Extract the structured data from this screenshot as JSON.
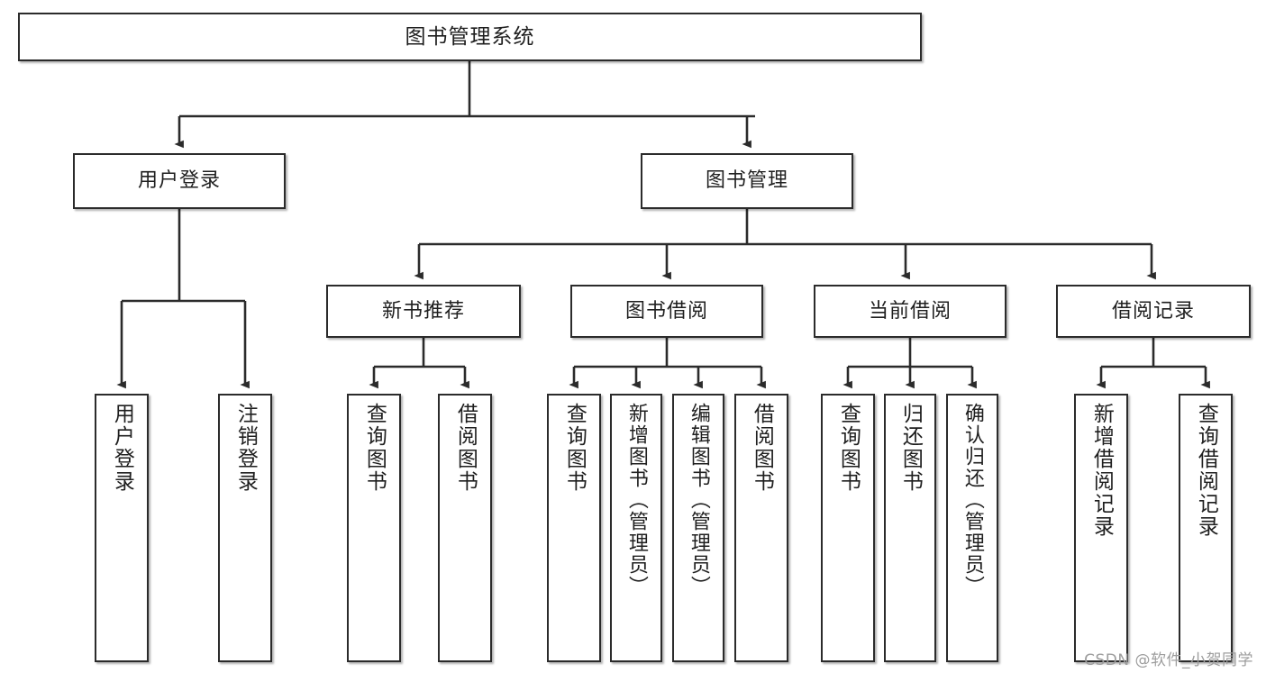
{
  "diagram": {
    "title": "图书管理系统",
    "type": "功能结构图",
    "watermark": "CSDN @软件_小贺同学",
    "colors": {
      "box_border": "#2b2b2b",
      "box_fill": "#ffffff",
      "edge": "#2b2b2b",
      "text": "#1f1f1f",
      "watermark": "#9d9d9d"
    },
    "root": {
      "label": "图书管理系统"
    },
    "level2": [
      {
        "label": "用户登录"
      },
      {
        "label": "图书管理"
      }
    ],
    "level3": [
      {
        "label": "新书推荐"
      },
      {
        "label": "图书借阅"
      },
      {
        "label": "当前借阅"
      },
      {
        "label": "借阅记录"
      }
    ],
    "leaves": {
      "user_login": [
        {
          "label": "用户登录"
        },
        {
          "label": "注销登录"
        }
      ],
      "new_book": [
        {
          "label": "查询图书"
        },
        {
          "label": "借阅图书"
        }
      ],
      "book_borrow": [
        {
          "label": "查询图书"
        },
        {
          "label": "新增图书（管理员）"
        },
        {
          "label": "编辑图书（管理员）"
        },
        {
          "label": "借阅图书"
        }
      ],
      "current_borrow": [
        {
          "label": "查询图书"
        },
        {
          "label": "归还图书"
        },
        {
          "label": "确认归还（管理员）"
        }
      ],
      "borrow_record": [
        {
          "label": "新增借阅记录"
        },
        {
          "label": "查询借阅记录"
        }
      ]
    }
  }
}
